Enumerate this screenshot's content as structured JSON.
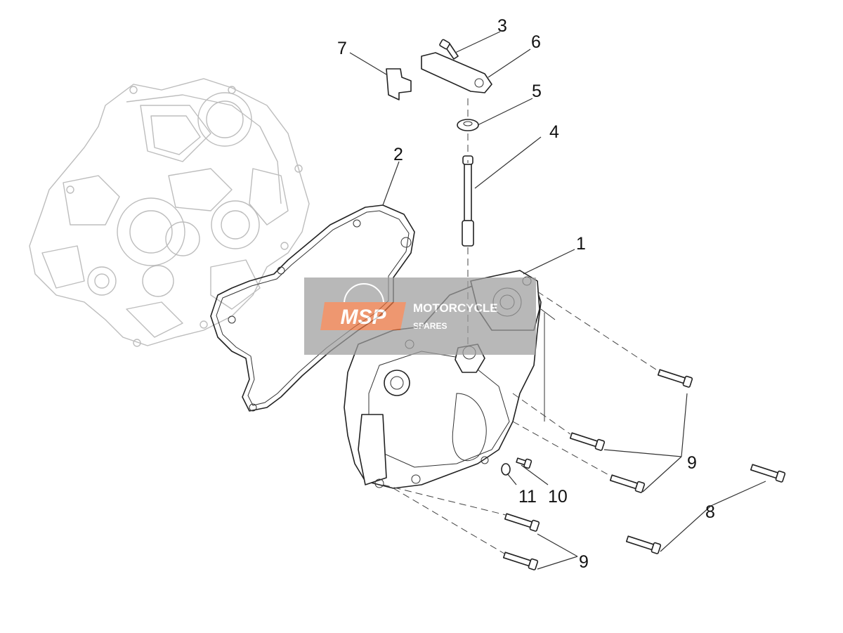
{
  "diagram": {
    "callouts": {
      "c1": "1",
      "c2": "2",
      "c3": "3",
      "c4": "4",
      "c5": "5",
      "c6": "6",
      "c7": "7",
      "c8": "8",
      "c9a": "9",
      "c9b": "9",
      "c10": "10",
      "c11": "11"
    },
    "watermark": {
      "badge": "MSP",
      "text": "MOTORCYCLE",
      "subtext": "SPARES"
    }
  },
  "colors": {
    "line": "#222222",
    "ghost": "#bdbdbd",
    "watermark_band": "#9e9e9e",
    "watermark_badge": "#e8703a"
  }
}
